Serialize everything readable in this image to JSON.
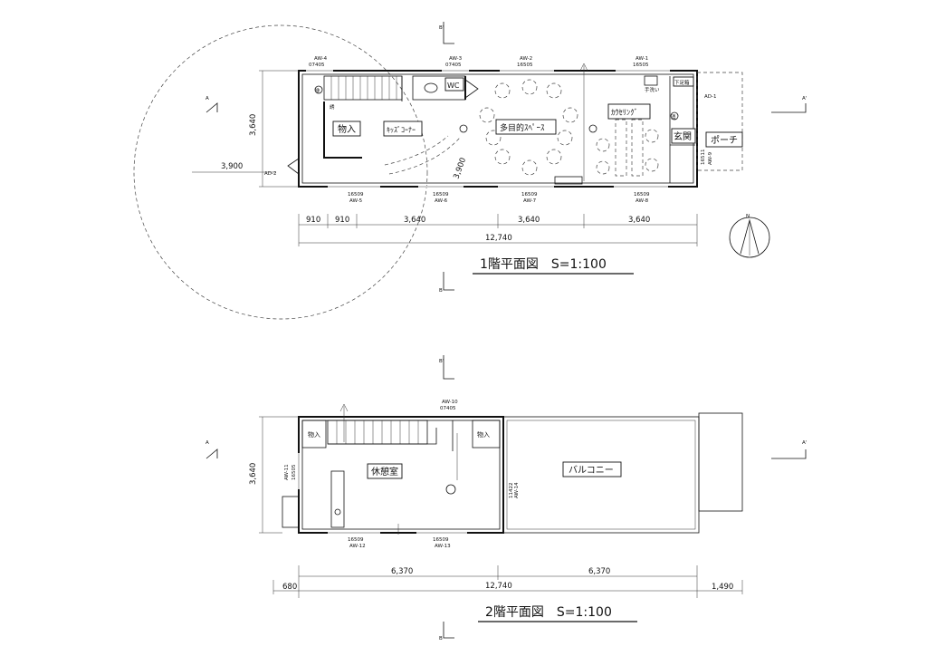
{
  "floor1": {
    "title": "1階平面図　S=1:100",
    "rooms": {
      "storage": "物入",
      "kids_corner": "ｷｯｽﾞｺｰﾅｰ",
      "wc": "WC",
      "multipurpose": "多目的ｽﾍﾟｰｽ",
      "counseling": "ｶｳｾﾘﾝｸﾞ",
      "entrance": "玄関",
      "porch": "ポーチ",
      "shoe_box": "下足箱",
      "hand_wash": "手洗い"
    },
    "windows_top": [
      {
        "id": "AW-4",
        "spec": "07405"
      },
      {
        "id": "AW-3",
        "spec": "07405"
      },
      {
        "id": "AW-2",
        "spec": "16505"
      },
      {
        "id": "AW-1",
        "spec": "16505"
      }
    ],
    "windows_bottom": [
      {
        "id": "AW-5",
        "spec": "16509"
      },
      {
        "id": "AW-6",
        "spec": "16509"
      },
      {
        "id": "AW-7",
        "spec": "16509"
      },
      {
        "id": "AW-8",
        "spec": "16509"
      }
    ],
    "doors": {
      "left": "AD-2",
      "right": "AD-1",
      "right_side_note": "16511",
      "right_side_id": "AW-9"
    },
    "dims_bottom": [
      "910",
      "910",
      "3,640",
      "3,640",
      "3,640"
    ],
    "dim_total": "12,740",
    "dim_height": "3,640",
    "dim_radius_left": "3,900",
    "dim_radius_inner": "3,900",
    "marks": {
      "fire_alarm_a": "非",
      "fire_alarm_b": "誘",
      "extinguisher": "消"
    }
  },
  "floor2": {
    "title": "2階平面図　S=1:100",
    "rooms": {
      "storage_left": "物入",
      "storage_right": "物入",
      "lounge": "休憩室",
      "balcony": "バルコニー"
    },
    "windows": [
      {
        "id": "AW-10",
        "spec": "07405"
      },
      {
        "id": "AW-11",
        "spec": "16505"
      },
      {
        "id": "AW-12",
        "spec": "16509"
      },
      {
        "id": "AW-13",
        "spec": "16509"
      },
      {
        "id": "AW-14",
        "spec": "11422"
      }
    ],
    "dims_top": [
      "6,370",
      "6,370"
    ],
    "dim_total": "12,740",
    "dim_left": "680",
    "dim_right": "1,490",
    "dim_height": "3,640"
  },
  "section_marks": {
    "a": "A",
    "a_prime": "A'",
    "b": "B",
    "b_prime": "B'"
  },
  "north": "N"
}
